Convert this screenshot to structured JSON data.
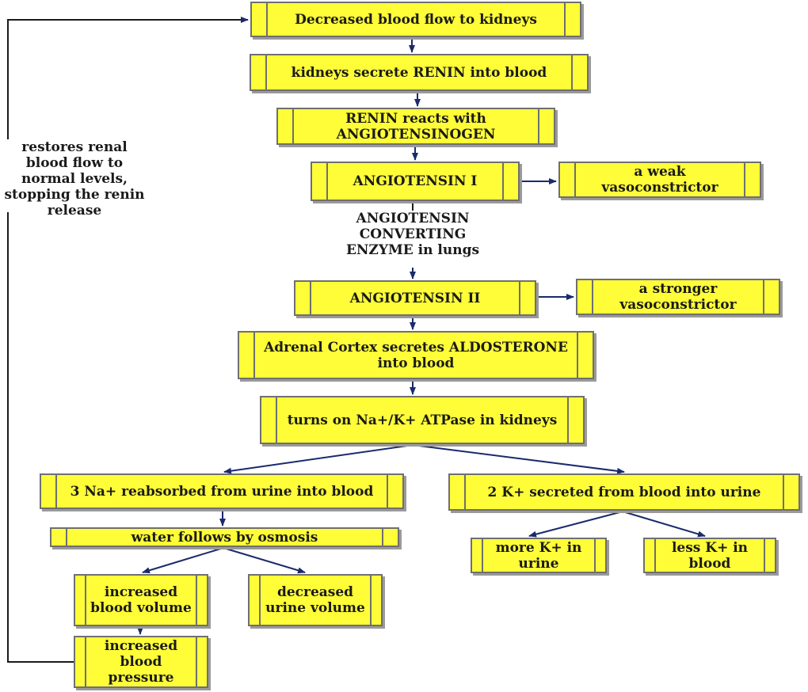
{
  "boxes": {
    "decreased_flow": "Decreased blood flow to kidneys",
    "secrete_renin": "kidneys secrete RENIN into blood",
    "renin_reacts": "RENIN reacts with ANGIOTENSINOGEN",
    "angiotensin_1": "ANGIOTENSIN I",
    "weak_vaso": "a weak vasoconstrictor",
    "angiotensin_2": "ANGIOTENSIN II",
    "stronger_vaso": "a stronger vasoconstrictor",
    "aldosterone": "Adrenal Cortex secretes ALDOSTERONE into blood",
    "atpase": "turns on Na+/K+ ATPase in kidneys",
    "na_reabsorbed": "3 Na+ reabsorbed from urine into blood",
    "k_secreted": "2 K+ secreted from blood into urine",
    "water_osmosis": "water follows by osmosis",
    "more_k": "more K+ in urine",
    "less_k": "less K+ in blood",
    "increased_volume": "increased blood volume",
    "decreased_urine": "decreased urine volume",
    "increased_pressure": "increased blood pressure"
  },
  "labels": {
    "ace": "ANGIOTENSIN CONVERTING ENZYME in lungs",
    "feedback": "restores renal blood flow to normal levels, stopping the renin release"
  },
  "colors": {
    "box_fill": "#fffd38",
    "box_border": "#6f6f6f",
    "arrow": "#1a2a6c",
    "line": "#1a1a1a"
  }
}
